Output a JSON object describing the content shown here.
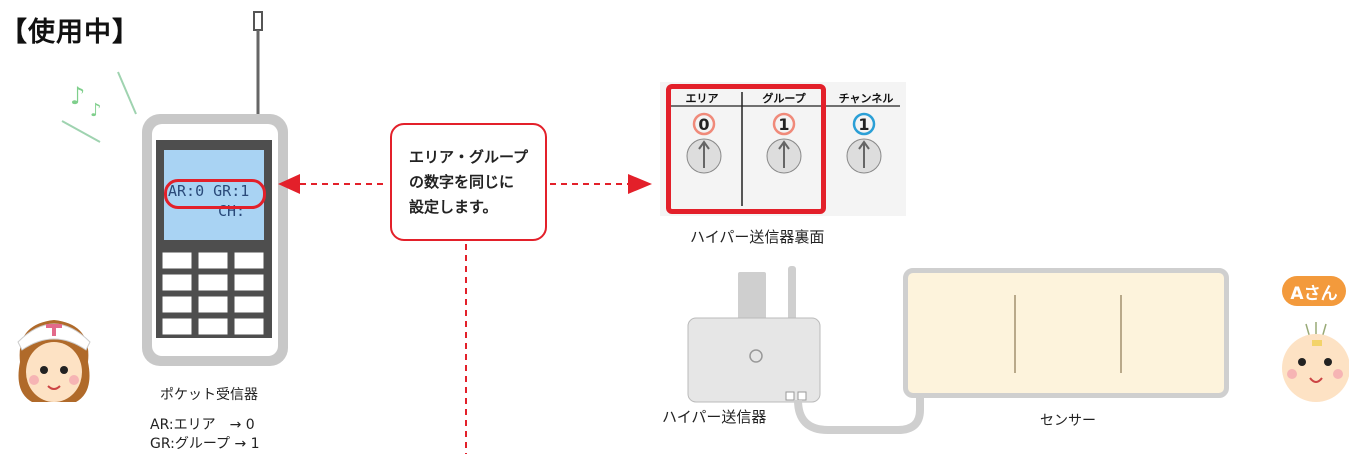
{
  "title": "【使用中】",
  "callout": {
    "line1": "エリア・グループ",
    "line2": "の数字を同じに",
    "line3": "設定します。"
  },
  "receiver": {
    "label": "ポケット受信器",
    "screen_line1": "AR:0 GR:1",
    "screen_line2": "CH:",
    "legend_ar": "AR:エリア　→ 0",
    "legend_gr": "GR:グループ → 1"
  },
  "dials": {
    "caption": "ハイパー送信器裏面",
    "area": {
      "header": "エリア",
      "selected": "0"
    },
    "group": {
      "header": "グループ",
      "selected": "1"
    },
    "channel": {
      "header": "チャンネル",
      "selected": "1"
    }
  },
  "transmitter_label": "ハイパー送信器",
  "sensor_label": "センサー",
  "patient_badge": "Aさん",
  "colors": {
    "accent_red": "#e3202a",
    "badge_orange": "#f39a3c",
    "lcd_blue": "#a9d3f3",
    "sensor_fill": "#fdf3dc"
  }
}
